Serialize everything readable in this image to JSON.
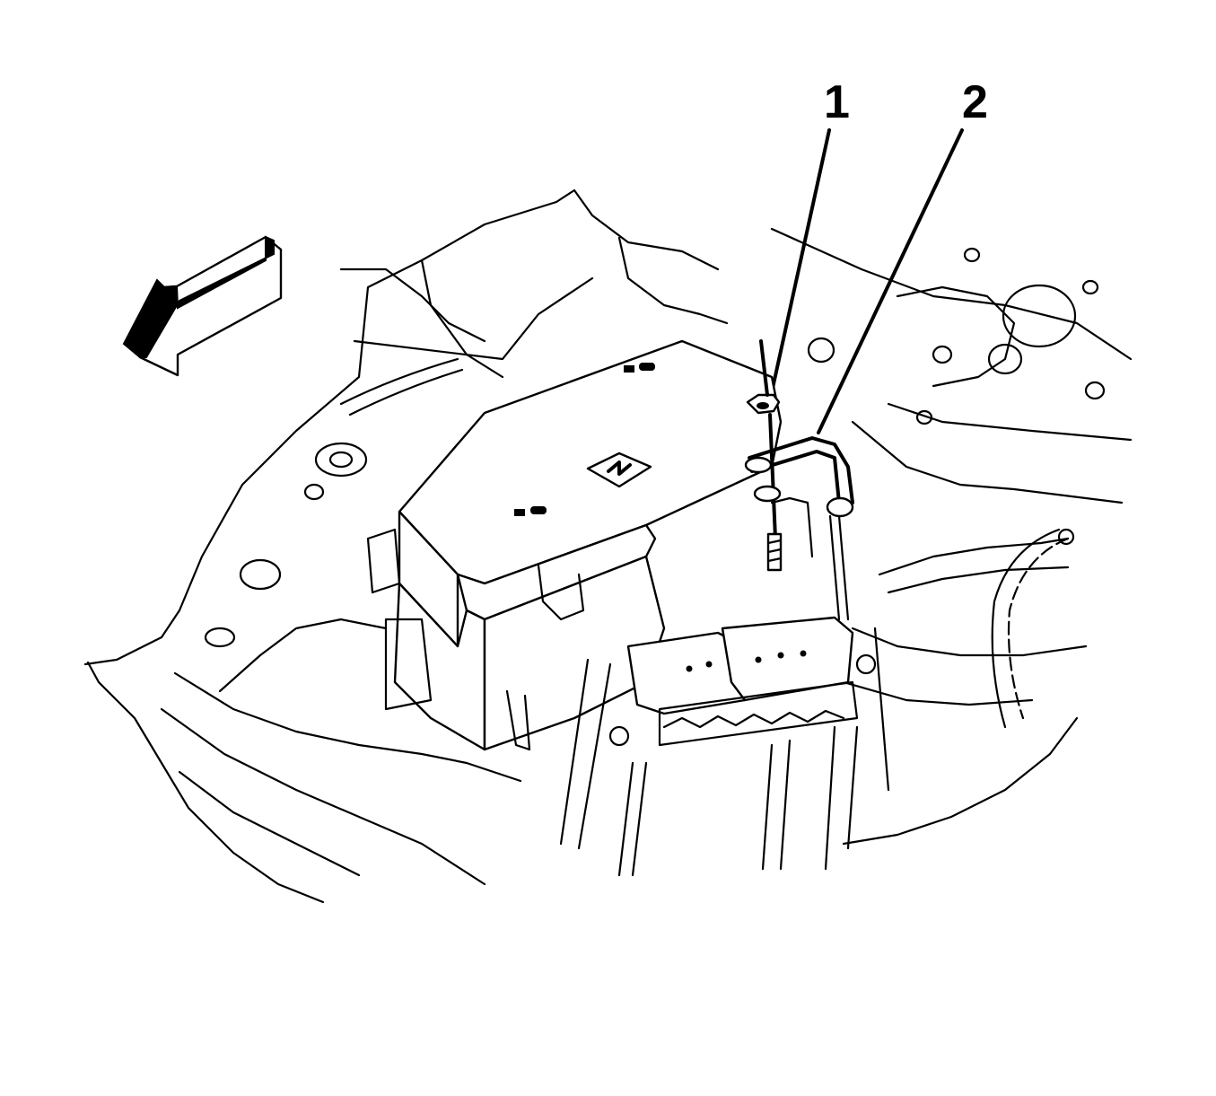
{
  "diagram": {
    "type": "automotive service illustration (line art)",
    "background": "#ffffff",
    "ink": "#000000",
    "callouts": [
      {
        "id": "1",
        "label": "1",
        "points_to": "nut on stud above bracket"
      },
      {
        "id": "2",
        "label": "2",
        "points_to": "bracket / cable terminal on fuse box"
      }
    ],
    "direction_arrow": {
      "icon": "isometric-arrow-left-front"
    },
    "components": [
      "fuse-relay-box",
      "bracket",
      "nut",
      "stud",
      "electrical-connectors",
      "frame-rail",
      "fuse-box-cover-symbol"
    ]
  }
}
